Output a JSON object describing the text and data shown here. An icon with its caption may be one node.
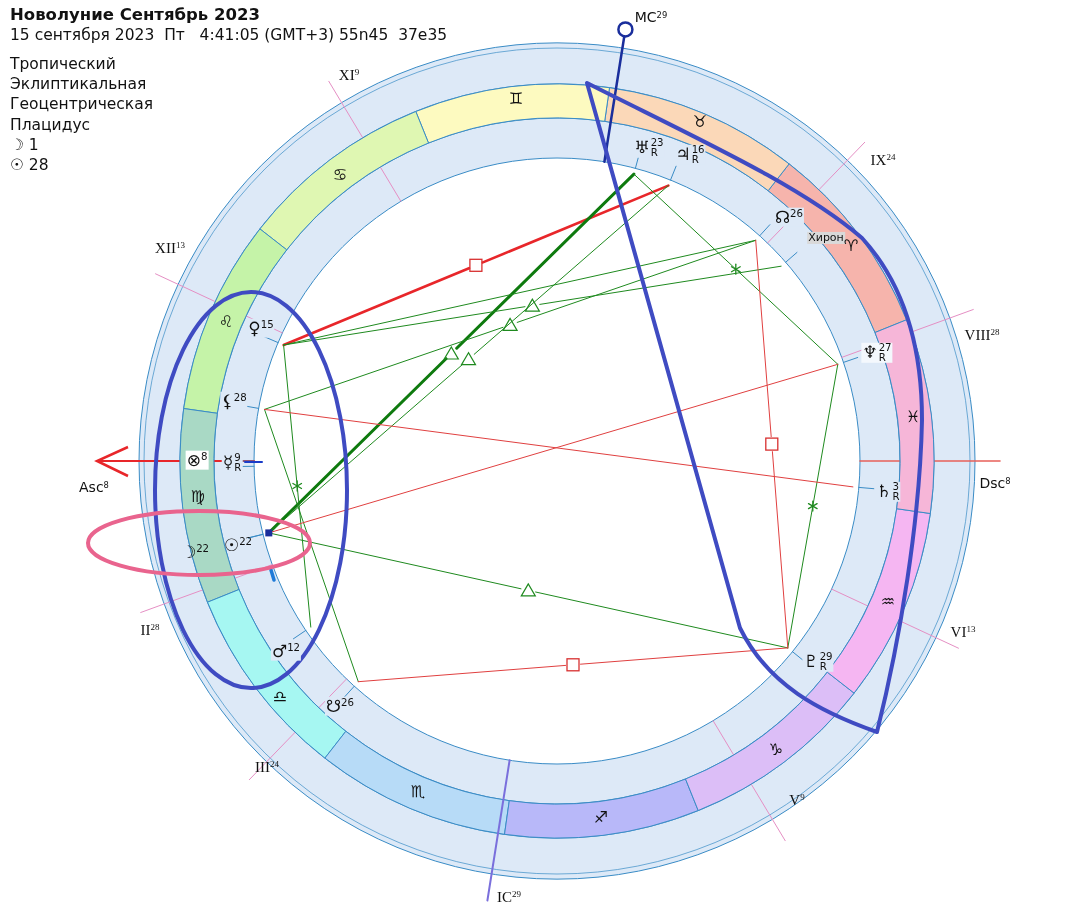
{
  "diagram": {
    "title": "Новолуние Сентябрь 2023",
    "labels": [
      "15 сентября 2023  Пт   4:41:05 (GMT+3) 55n45  37e35",
      "Тропический",
      "Эклиптикальная",
      "Геоцентрическая",
      "Плацидус",
      "☽ 1",
      "☉ 28",
      "MC$^{29}$",
      "XI$^{9}$",
      "♊",
      "♉",
      "♋",
      "♅$^{23}$$_{R}$",
      "♃$^{16}$$_{R}$",
      "IX$^{24}$",
      "☊$^{26}$",
      "XII$^{13}$",
      "Хирон",
      "♈",
      "♌",
      "♀$^{15}$",
      "♆$^{27}$$_{R}$",
      "VIII$^{28}$",
      "⚸$^{28}$",
      "♓",
      "⊗$^{8}$",
      "☿$^{9}$$_{R}$",
      "Asc$^{8}$",
      "♍",
      "♄$^{3}$$_{R}$",
      "Dsc$^{8}$",
      "☽$^{22}$",
      "☉$^{22}$",
      "♒",
      "II$^{28}$",
      "VI$^{13}$",
      "♂$^{12}$",
      "♇$^{29}$$_{R}$",
      "♎",
      "☋$^{26}$",
      "III$^{24}$",
      "♑",
      "♏",
      "♐",
      "V$^{9}$",
      "IC$^{29}$"
    ]
  }
}
